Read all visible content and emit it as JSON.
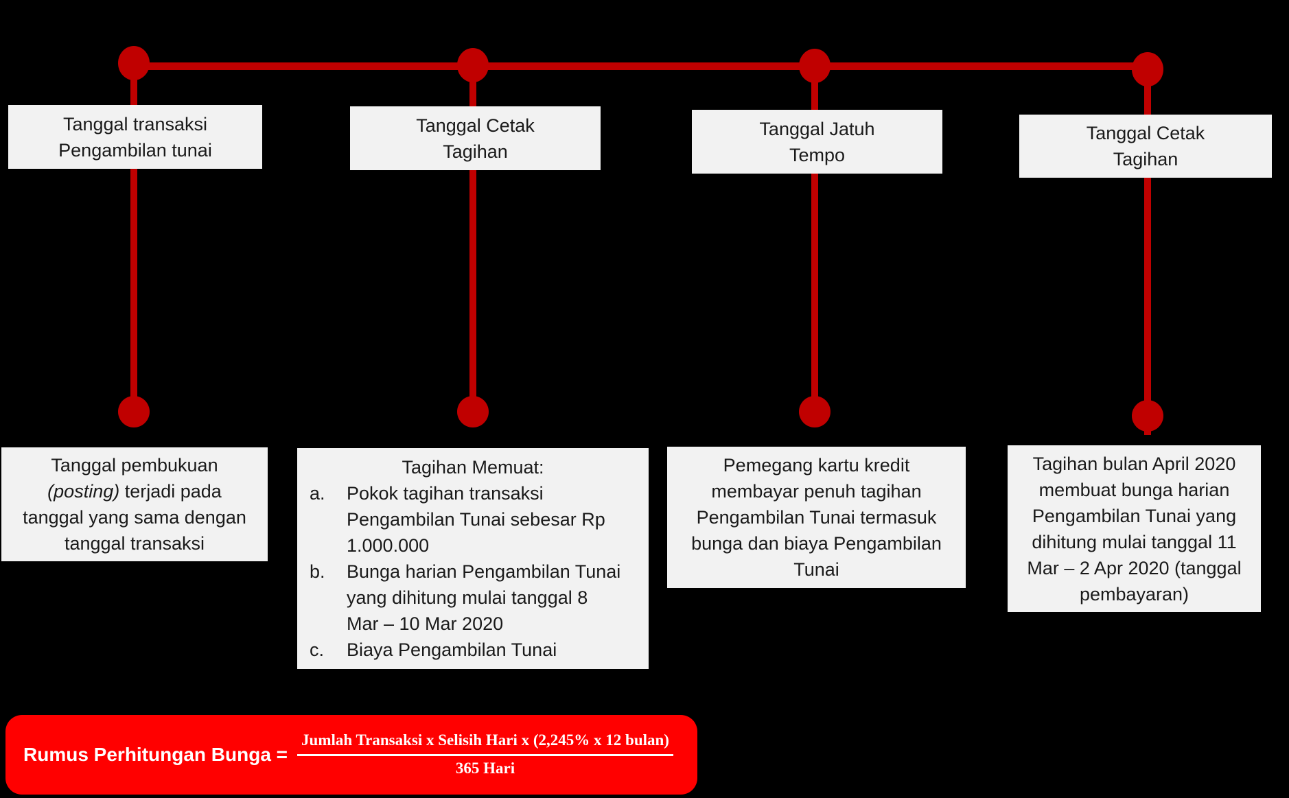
{
  "colors": {
    "background": "#000000",
    "timeline_red": "#C00000",
    "formula_red": "#FF0000",
    "box_bg": "#F2F2F2",
    "box_text": "#1A1A1A",
    "formula_text": "#FFFFFF"
  },
  "columns": [
    {
      "top_label_lines": [
        "Tanggal transaksi",
        "Pengambilan tunai"
      ],
      "bottom_box": {
        "line1": "Tanggal pembukuan",
        "line2_italic": "(posting)",
        "line2_rest": " terjadi pada",
        "line3": "tanggal yang sama dengan",
        "line4": "tanggal transaksi"
      }
    },
    {
      "top_label_lines": [
        "Tanggal Cetak",
        "Tagihan"
      ],
      "bottom_box": {
        "heading": "Tagihan Memuat:",
        "items": [
          {
            "marker": "a.",
            "lines": [
              "Pokok tagihan transaksi",
              "Pengambilan Tunai sebesar Rp",
              "1.000.000"
            ]
          },
          {
            "marker": "b.",
            "lines": [
              "Bunga harian Pengambilan Tunai",
              "yang dihitung mulai tanggal 8",
              "Mar – 10 Mar 2020"
            ]
          },
          {
            "marker": "c.",
            "lines": [
              "Biaya Pengambilan Tunai"
            ]
          }
        ]
      }
    },
    {
      "top_label_lines": [
        "Tanggal Jatuh",
        "Tempo"
      ],
      "bottom_box": {
        "lines": [
          "Pemegang kartu kredit",
          "membayar penuh tagihan",
          "Pengambilan Tunai termasuk",
          "bunga dan biaya Pengambilan",
          "Tunai"
        ]
      }
    },
    {
      "top_label_lines": [
        "Tanggal Cetak",
        "Tagihan"
      ],
      "bottom_box": {
        "lines": [
          "Tagihan bulan April 2020",
          "membuat bunga harian",
          "Pengambilan Tunai yang",
          "dihitung mulai tanggal 11",
          "Mar – 2 Apr 2020 (tanggal",
          "pembayaran)"
        ]
      }
    }
  ],
  "formula": {
    "label": "Rumus Perhitungan Bunga =",
    "numerator": "Jumlah Transaksi x Selisih Hari x (2,245% x 12 bulan)",
    "denominator": "365 Hari"
  }
}
